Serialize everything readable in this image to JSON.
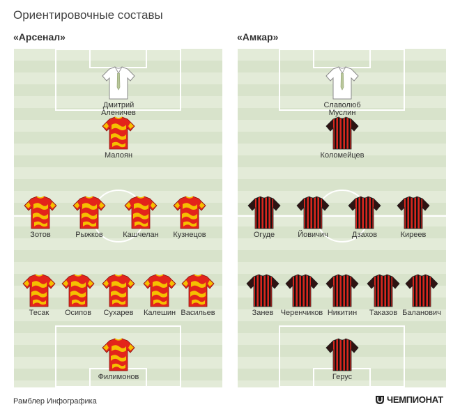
{
  "title": "Ориентировочные составы",
  "teams": [
    {
      "name": "«Арсенал»",
      "kit": {
        "base": "#e3241b",
        "accent": "#f5c000"
      },
      "players": [
        {
          "name": "Дмитрий\nАленичев",
          "role": "gk"
        },
        {
          "name": "Малоян",
          "role": "field"
        },
        {
          "name": "Зотов",
          "role": "field"
        },
        {
          "name": "Рыжков",
          "role": "field"
        },
        {
          "name": "Кашчелан",
          "role": "field"
        },
        {
          "name": "Кузнецов",
          "role": "field"
        },
        {
          "name": "Тесак",
          "role": "field"
        },
        {
          "name": "Осипов",
          "role": "field"
        },
        {
          "name": "Сухарев",
          "role": "field"
        },
        {
          "name": "Калешин",
          "role": "field"
        },
        {
          "name": "Васильев",
          "role": "field"
        },
        {
          "name": "Филимонов",
          "role": "field"
        }
      ]
    },
    {
      "name": "«Амкар»",
      "kit": {
        "base": "#d7261e",
        "accent": "#111111"
      },
      "players": [
        {
          "name": "Славолюб\nМуслин",
          "role": "gk"
        },
        {
          "name": "Коломейцев",
          "role": "field"
        },
        {
          "name": "Огуде",
          "role": "field"
        },
        {
          "name": "Йовичич",
          "role": "field"
        },
        {
          "name": "Дзахов",
          "role": "field"
        },
        {
          "name": "Киреев",
          "role": "field"
        },
        {
          "name": "Занев",
          "role": "field"
        },
        {
          "name": "Черенчиков",
          "role": "field"
        },
        {
          "name": "Никитин",
          "role": "field"
        },
        {
          "name": "Таказов",
          "role": "field"
        },
        {
          "name": "Баланович",
          "role": "field"
        },
        {
          "name": "Герус",
          "role": "field"
        }
      ]
    }
  ],
  "footer": "Рамблер Инфографика",
  "brand": "ЧЕМПИОНАТ"
}
